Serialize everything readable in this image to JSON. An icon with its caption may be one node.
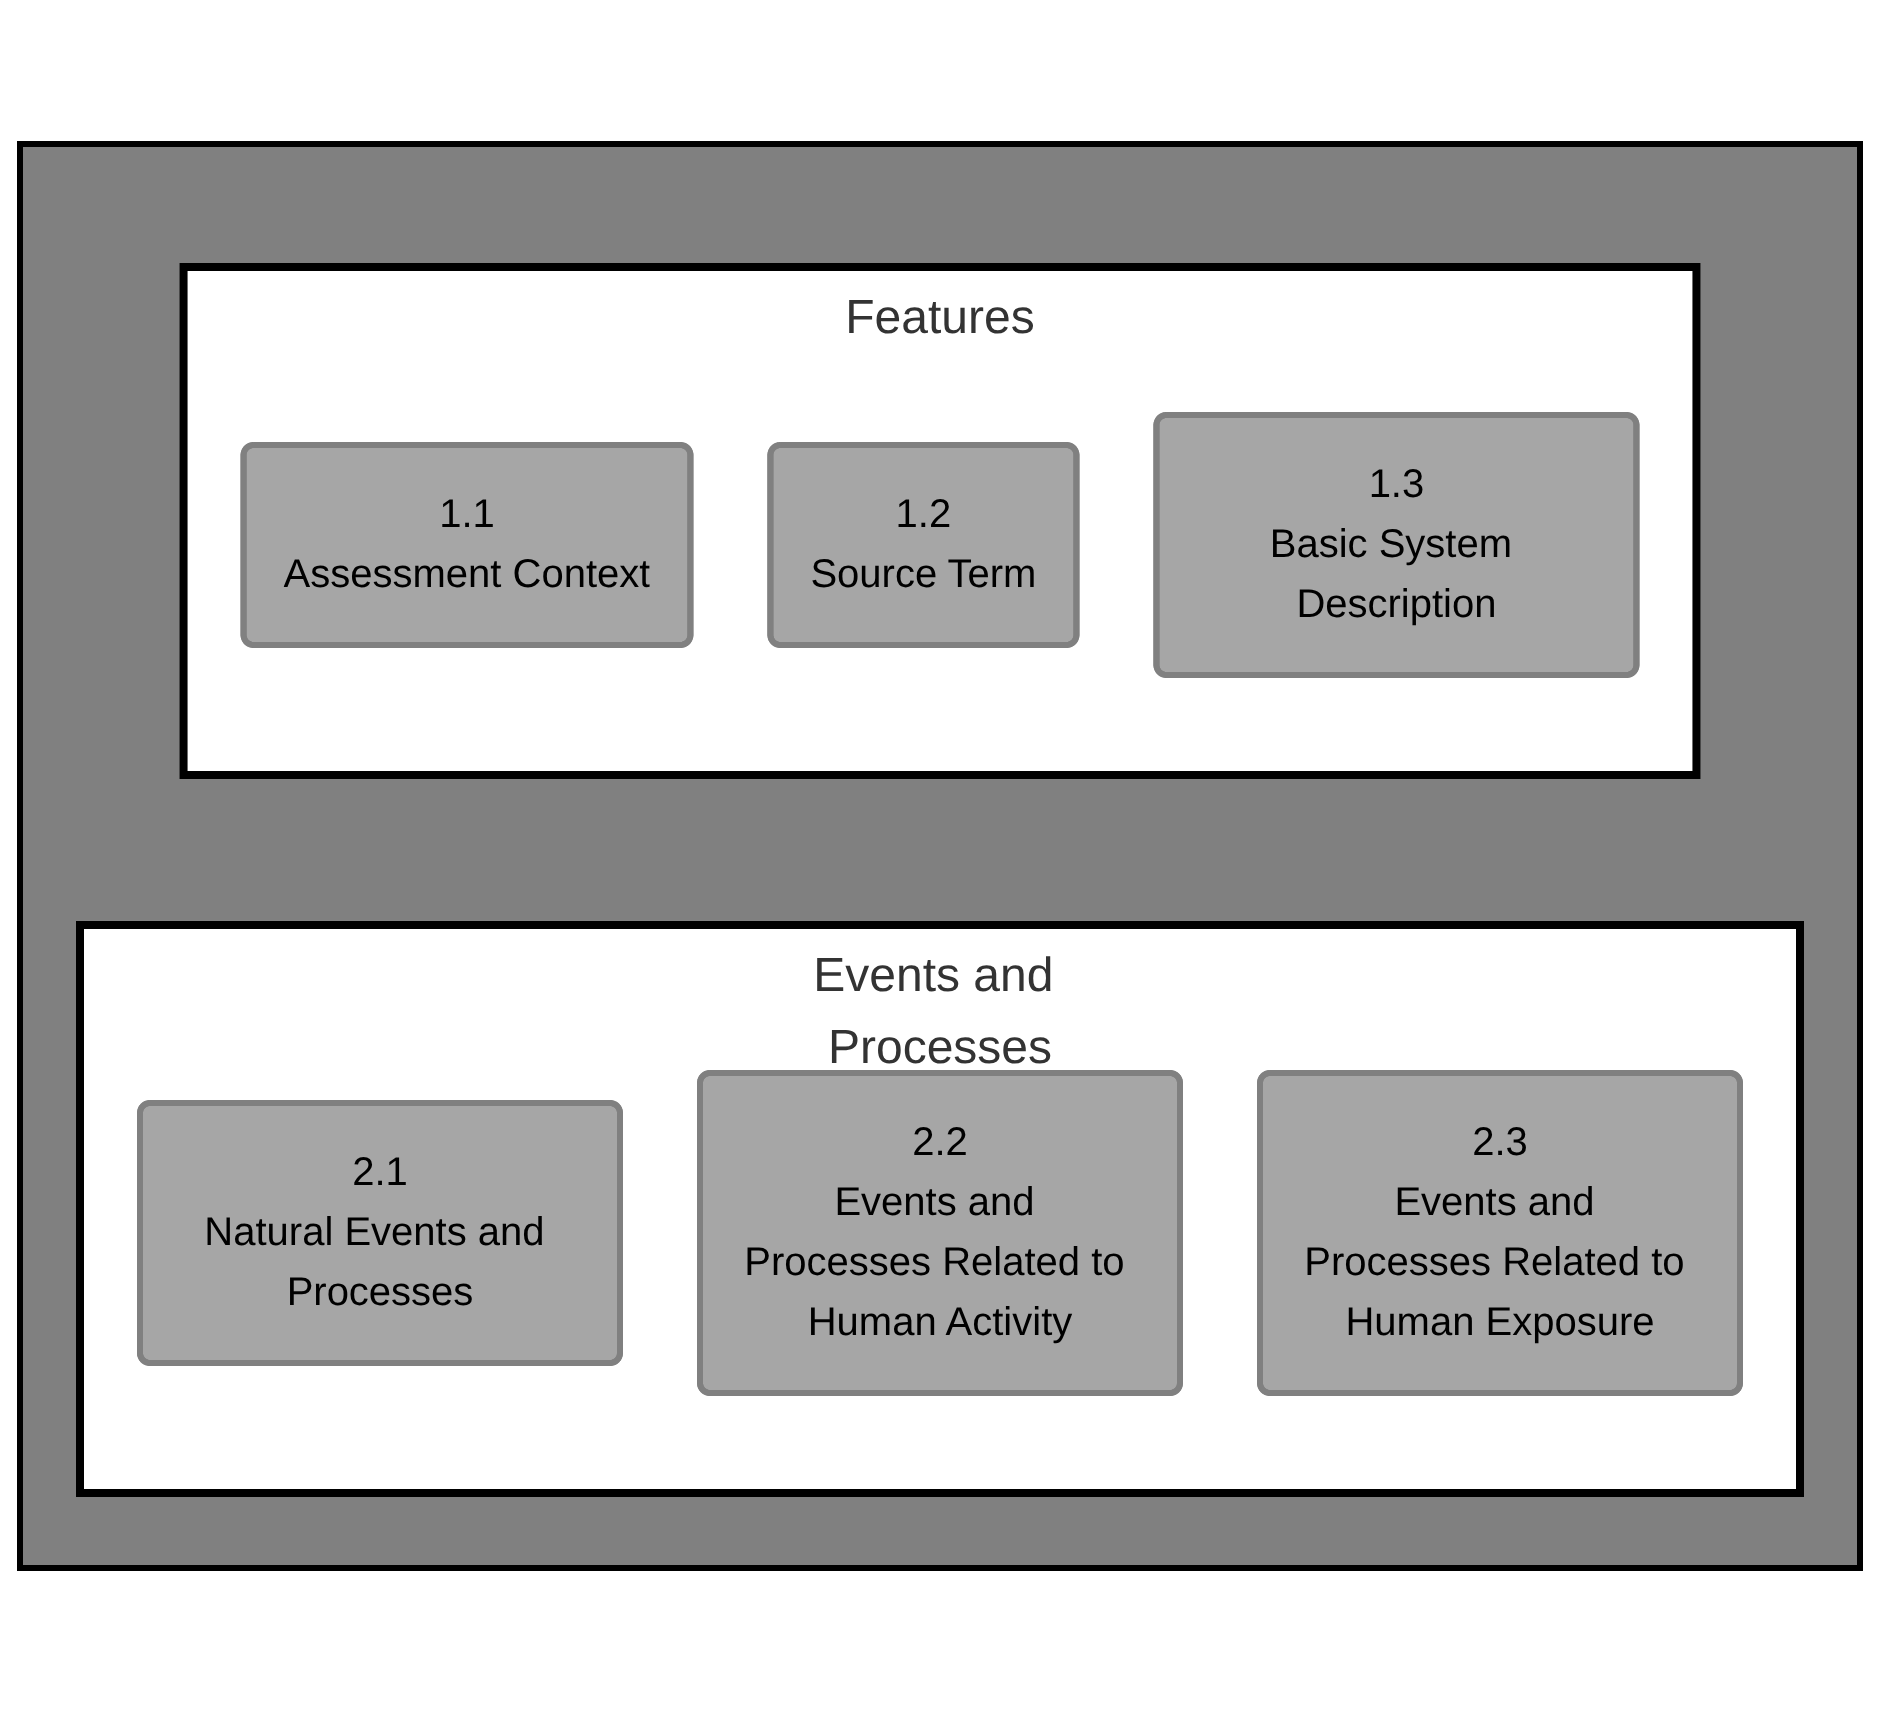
{
  "diagram": {
    "nodes": [
      {
        "text": [],
        "shape": "box"
      },
      {
        "text": [
          "Features"
        ],
        "in": 0
      },
      {
        "text": [
          "1.1",
          "Assessment Context"
        ],
        "in": 1
      },
      {
        "text": [
          "1.2",
          "Source Term"
        ],
        "in": 1
      },
      {
        "text": [
          "1.3",
          "Basic System Description"
        ],
        "in": 1
      },
      {
        "text": [
          "Events and Processes"
        ],
        "in": 0
      },
      {
        "text": [
          "2.1",
          "Natural Events and Processes"
        ],
        "in": 5
      },
      {
        "text": [
          "2.2",
          "Events and Processes Related to Human Activity"
        ],
        "in": 5
      },
      {
        "text": [
          "2.3",
          "Events and Processes Related to Human Exposure"
        ],
        "in": 5
      }
    ],
    "edges": []
  }
}
